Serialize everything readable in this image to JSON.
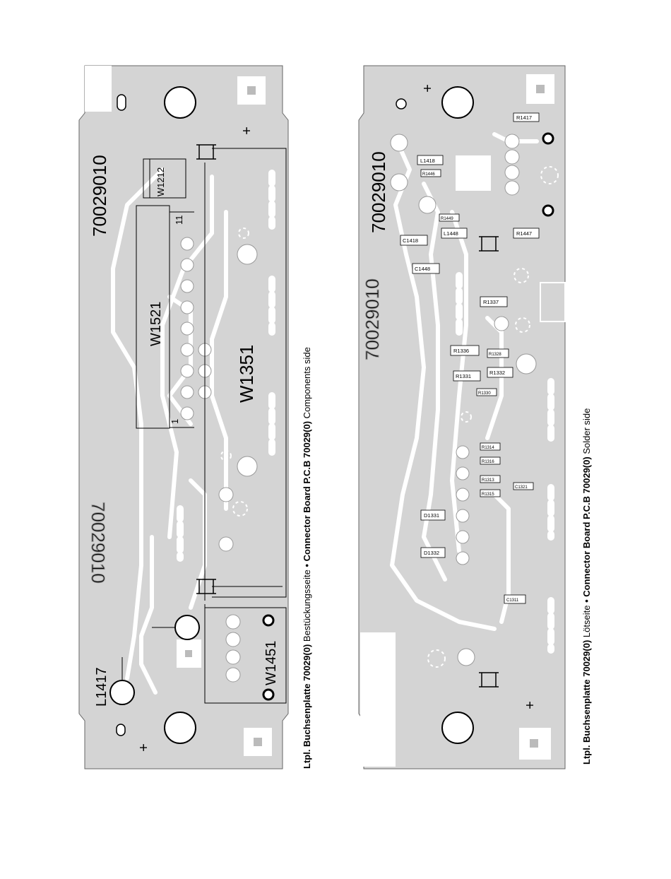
{
  "board_number": "70029010",
  "components_side": {
    "labels": {
      "l1417": "L1417",
      "w1451": "W1451",
      "w1351": "W1351",
      "w1521": "W1521",
      "w1212": "W1212",
      "pin_1": "1",
      "pin_11": "11",
      "plus": "+"
    },
    "caption": {
      "de_bold": "Ltpl. Buchsenplatte 70029(0)",
      "de_normal": "Bestückungsseite",
      "separator": "•",
      "en_bold": "Connector Board P.C.B 70029(0)",
      "en_normal": "Components side"
    }
  },
  "solder_side": {
    "labels": {
      "c1418": "C1418",
      "c1448": "C1448",
      "l1418": "L1418",
      "l1448": "L1448",
      "r1446": "R1446",
      "r1449": "R1449",
      "r1417": "R1417",
      "r1447": "R1447",
      "r1337": "R1337",
      "r1336": "R1336",
      "r1328": "R1328",
      "r1332": "R1332",
      "r1331": "R1331",
      "r1330": "R1330",
      "r1314": "R1314",
      "r1316": "R1316",
      "r1313": "R1313",
      "r1315": "R1315",
      "c1321": "C1321",
      "d1331": "D1331",
      "d1332": "D1332",
      "c1311": "C1311",
      "plus": "+"
    },
    "caption": {
      "de_bold": "Ltpl. Buchsenplatte 70029(0)",
      "de_normal": "Lötseite",
      "separator": "•",
      "en_bold": "Connector Board P.C.B 70029(0)",
      "en_normal": "Solder side"
    }
  },
  "colors": {
    "board": "#d4d4d4",
    "trace": "#ffffff",
    "silkscreen": "#000000"
  }
}
